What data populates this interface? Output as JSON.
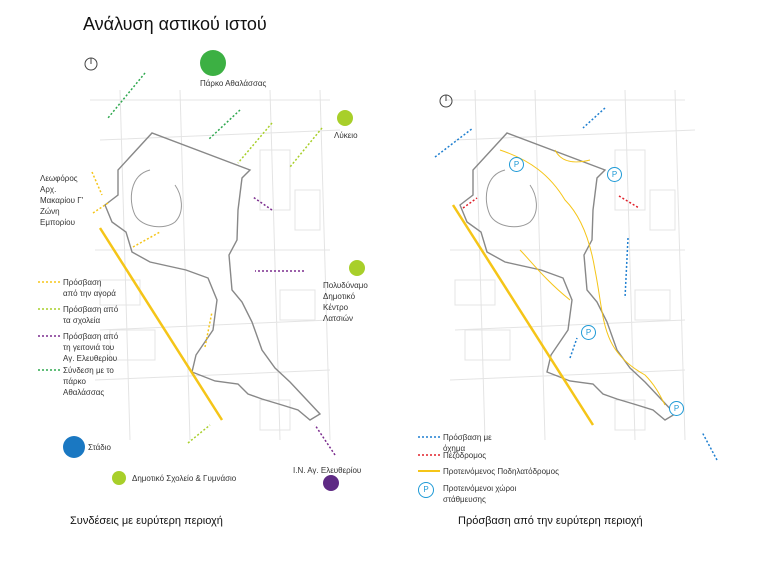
{
  "title": "Ανάλυση αστικού ιστού",
  "left": {
    "caption": "Συνδέσεις με ευρύτερη περιοχή",
    "places": {
      "park": "Πάρκο Αθαλάσσας",
      "lyceum": "Λύκειο",
      "avenue": [
        "Λεωφόρος",
        "Αρχ.",
        "Μακαρίου Γ'",
        "Ζώνη",
        "Εμπορίου"
      ],
      "sports": [
        "Πολυδύναμο",
        "Δημοτικό",
        "Κέντρο",
        "Λατσιών"
      ],
      "stadium": "Στάδιο",
      "school": "Δημοτικό Σχολείο & Γυμνάσιο",
      "church": "Ι.Ν. Αγ. Ελευθερίου"
    },
    "legend": [
      {
        "label": [
          "Πρόσβαση",
          "από την αγορά"
        ],
        "color": "#f5c518"
      },
      {
        "label": [
          "Πρόσβαση από",
          "τα σχολεία"
        ],
        "color": "#a8cf2a"
      },
      {
        "label": [
          "Πρόσβαση από",
          "τη γειτονιά του",
          "Αγ. Ελευθερίου"
        ],
        "color": "#7b2d8e"
      },
      {
        "label": [
          "Σύνδεση με το",
          "πάρκο",
          "Αθαλάσσας"
        ],
        "color": "#2fa84f"
      }
    ]
  },
  "right": {
    "caption": "Πρόσβαση από την ευρύτερη περιοχή",
    "parking_symbol": "P",
    "legend": [
      {
        "label": [
          "Πρόσβαση με",
          "όχημα"
        ],
        "color": "#1f7fd0"
      },
      {
        "label": [
          "Πεζόδρομος"
        ],
        "color": "#e0202a"
      },
      {
        "label": [
          "Προτεινόμενος Ποδηλατόδρομος"
        ],
        "color": "#f5c518"
      },
      {
        "label": [
          "Προτεινόμενοι χώροι",
          "στάθμευσης"
        ],
        "color": "#1f9ad6"
      }
    ]
  }
}
